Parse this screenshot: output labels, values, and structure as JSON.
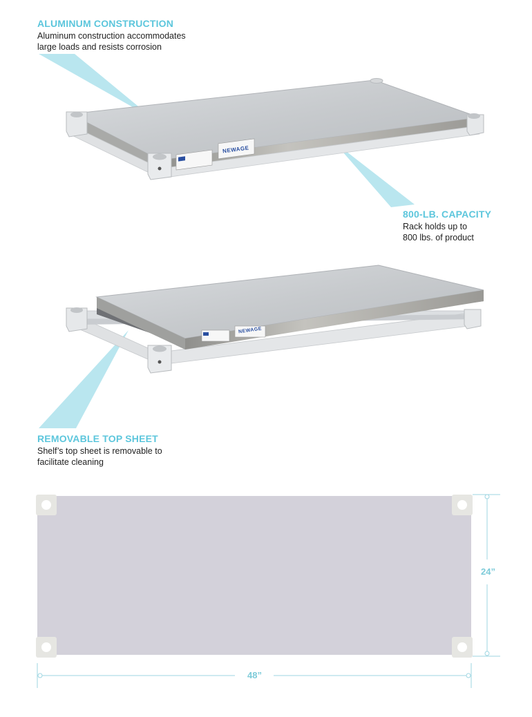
{
  "callouts": {
    "aluminum": {
      "title": "ALUMINUM CONSTRUCTION",
      "lines": [
        "Aluminum construction accommodates",
        "large loads and resists corrosion"
      ]
    },
    "capacity": {
      "title": "800-LB. CAPACITY",
      "lines": [
        "Rack holds up to",
        "800 lbs. of product"
      ]
    },
    "removable": {
      "title": "REMOVABLE TOP SHEET",
      "lines": [
        "Shelf’s top sheet is removable to",
        "facilitate cleaning"
      ]
    }
  },
  "labels": {
    "brand": "NEWAGE"
  },
  "dimensions": {
    "depth": "24”",
    "width": "48”"
  },
  "colors": {
    "accent": "#5cc6dc",
    "pointer": "#b9e6ef",
    "shelf_top": "#c9ccd1",
    "diagram_fill": "#d3d1da"
  }
}
